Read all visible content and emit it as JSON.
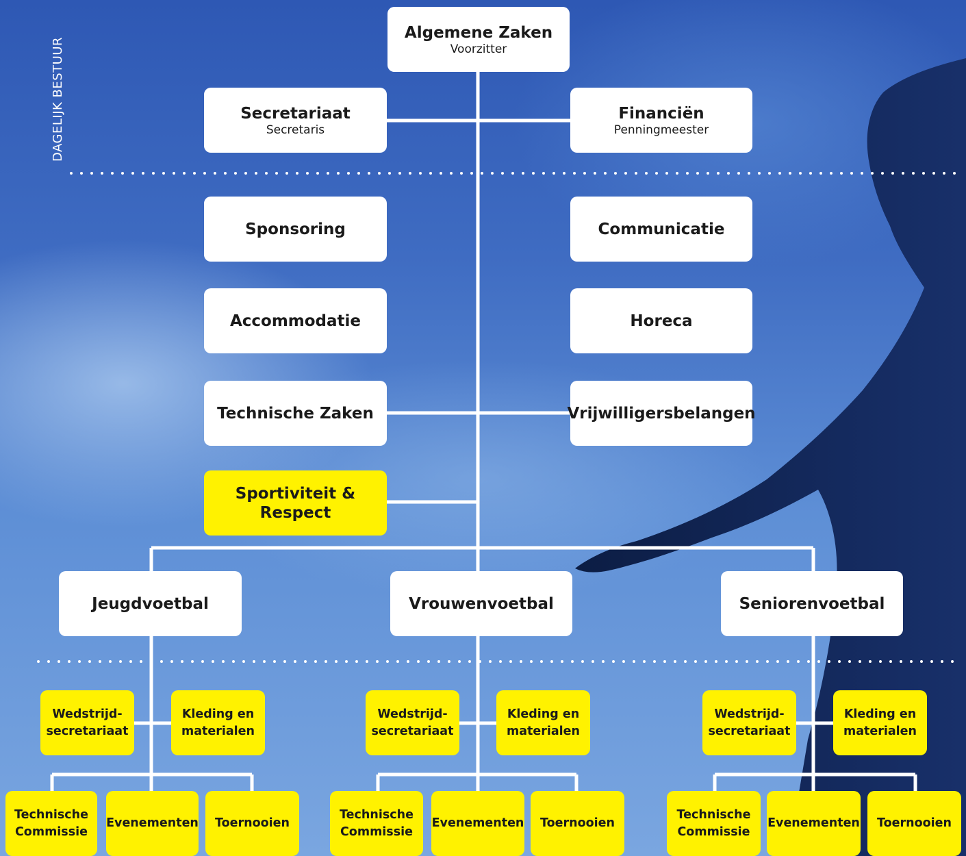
{
  "side_label": "DAGELIJK BESTUUR",
  "top": {
    "title": "Algemene Zaken",
    "subtitle": "Voorzitter"
  },
  "left_col": [
    {
      "title": "Secretariaat",
      "subtitle": "Secretaris"
    },
    {
      "title": "Sponsoring"
    },
    {
      "title": "Accommodatie"
    },
    {
      "title": "Technische Zaken"
    },
    {
      "title": "Sportiviteit & Respect"
    }
  ],
  "right_col": [
    {
      "title": "Financiën",
      "subtitle": "Penningmeester"
    },
    {
      "title": "Communicatie"
    },
    {
      "title": "Horeca"
    },
    {
      "title": "Vrijwilligersbelangen"
    }
  ],
  "branches": [
    {
      "title": "Jeugdvoetbal",
      "sub_top": [
        "Wedstrijd-secretariaat",
        "Kleding en materialen"
      ],
      "sub_bottom": [
        "Technische Commissie",
        "Evenementen",
        "Toernooien"
      ]
    },
    {
      "title": "Vrouwenvoetbal",
      "sub_top": [
        "Wedstrijd-secretariaat",
        "Kleding en materialen"
      ],
      "sub_bottom": [
        "Technische Commissie",
        "Evenementen",
        "Toernooien"
      ]
    },
    {
      "title": "Seniorenvoetbal",
      "sub_top": [
        "Wedstrijd-secretariaat",
        "Kleding en materialen"
      ],
      "sub_bottom": [
        "Technische Commissie",
        "Evenementen",
        "Toernooien"
      ]
    }
  ],
  "colors": {
    "box": "#ffffff",
    "highlight": "#fff200",
    "line": "#ffffff",
    "text": "#1a1a1a"
  }
}
